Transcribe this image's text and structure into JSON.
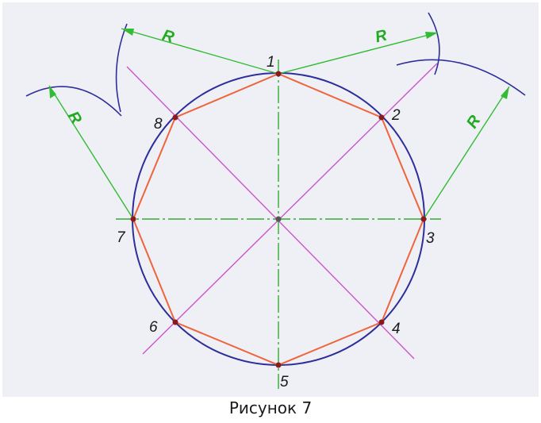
{
  "figure": {
    "caption": "Рисунок 7",
    "point_labels": [
      "1",
      "2",
      "3",
      "4",
      "5",
      "6",
      "7",
      "8"
    ],
    "radius_label": "R",
    "colors": {
      "paper": "#eef0f6",
      "circle": "#2e2e9a",
      "arc": "#2e2e9a",
      "polygon": "#f0643c",
      "diagonals": "#cc55cc",
      "axes": "#33aa33",
      "radius": "#33bb33",
      "points": "#8b1a1a"
    }
  }
}
